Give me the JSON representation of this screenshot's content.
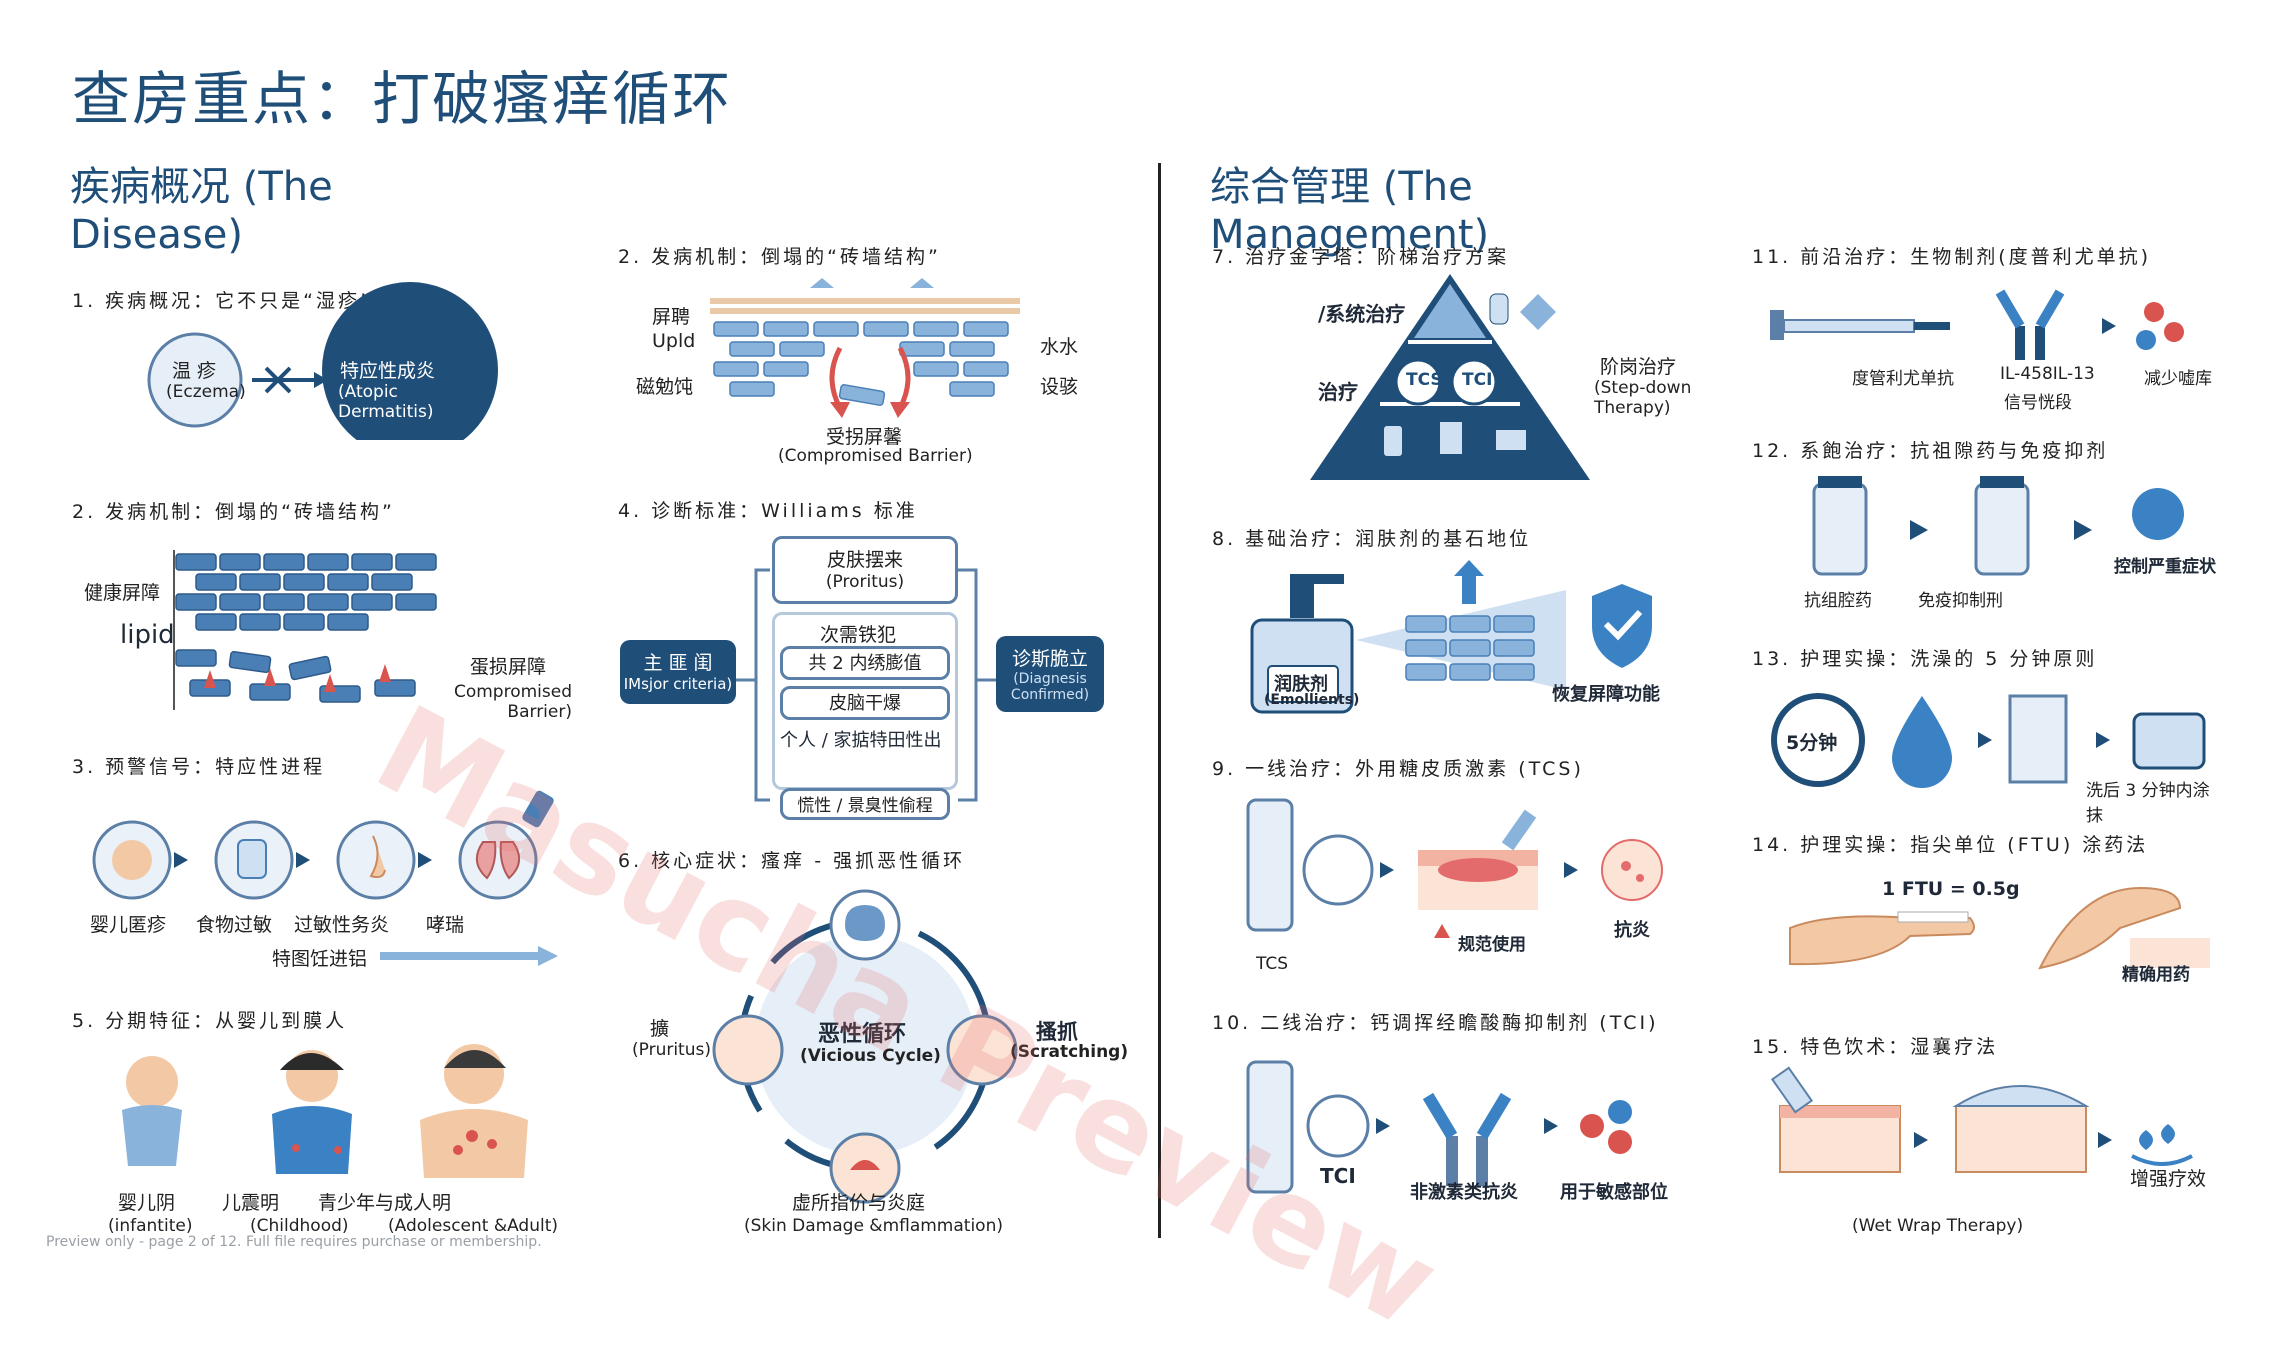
{
  "title": "查房重点：打破瘙痒循环",
  "left_heading": "疾病概况 (The Disease)",
  "right_heading": "综合管理 (The Management)",
  "s1": {
    "heading": "1. 疾病概况：它不只是“湿疹”",
    "eczema": "温 疹",
    "eczema_en": "(Eczema)",
    "ad": "特应性成炎",
    "ad_en": "(Atopic Dermatitis)"
  },
  "s2a": {
    "heading": "2. 发病机制：倒塌的“砖墙结构”",
    "healthy": "健康屏障",
    "lipid": "lipid",
    "damaged": "蛋损屏障",
    "damaged_en": "Compromised Barrier)"
  },
  "s2b": {
    "heading": "2. 发病机制：倒塌的“砖墙结构”",
    "l1": "屏聘",
    "l2": "Upld",
    "l3": "磁勉饨",
    "r1": "水水",
    "r2": "设骇",
    "bottom": "受拐屏馨",
    "bottom_en": "(Compromised  Barrier)"
  },
  "s3": {
    "heading": "3. 预警信号：特应性进程",
    "items": [
      "婴儿匿疹",
      "食物过敏",
      "过敏性务炎",
      "哮瑞"
    ],
    "progress": "特图饪进铝"
  },
  "s4": {
    "heading": "4. 诊断标准：Williams   标准",
    "main": "主 匪 闺",
    "main_en": "IMsjor criteria)",
    "crit1": "皮肤摆来",
    "crit1_en": "(Proritus)",
    "crit2a": "次需铁犯",
    "crit2b": "共 2 内绣膨值",
    "crit3": "皮脑干爆",
    "crit4": "个人 / 家掂特田性出",
    "crit5": "慌性 / 景臭性偷程",
    "diag": "诊斯脆立",
    "diag_en": "(Diagnesis Confirmed)"
  },
  "s5": {
    "heading": "5. 分期特征：从婴儿到膜人",
    "stages": [
      "婴儿阴",
      "儿震明",
      "青少年与成人明"
    ],
    "stages_en": [
      "(infantite)",
      "(Childhood)",
      "(Adolescent &Adult)"
    ]
  },
  "s6": {
    "heading": "6. 核心症状：瘙痒 - 强抓恶性循环",
    "center": "恶性循环",
    "center_en": "(Vicious Cycle)",
    "left": "擴",
    "left_en": "(Pruritus)",
    "right": "搔抓",
    "right_en": "(Scratching)",
    "bottom": "虚所指价与炎庭",
    "bottom_en": "(Skin  Damage &mflammation)"
  },
  "s7": {
    "heading": "7. 治疗金字塔：阶梯治疗方案",
    "p1": "/系统治疗",
    "p2": "治疗",
    "tcs": "TCS",
    "tci": "TCI",
    "side": "阶岗治疗",
    "side_en": "(Step-down Therapy)"
  },
  "s8": {
    "heading": "8. 基础治疗：润肤剂的基石地位",
    "emollient": "润肤剂",
    "emollient_en": "(Emollients)",
    "restore": "恢复屏障功能"
  },
  "s9": {
    "heading": "9. 一线治疗：外用糖皮质激素 (TCS)",
    "tcs": "TCS",
    "warn": "规范使用",
    "anti": "抗炎"
  },
  "s10": {
    "heading": "10. 二线治疗：钙调挥经瞻酸酶抑制剂 (TCI)",
    "tci": "TCI",
    "nonsteroid": "非激素类抗炎",
    "sensitive": "用于敏感部位"
  },
  "s11": {
    "heading": "11. 前沿治疗：生物制剂(度普利尤单抗)",
    "dup": "度管利尤单抗",
    "il": "IL-458IL-13",
    "il2": "信号恍段",
    "reduce": "减少嘘库"
  },
  "s12": {
    "heading": "12. 系飽治疗：抗祖隙药与免疫抑剂",
    "a": "抗组腔药",
    "b": "免疫抑制刑",
    "c": "控制严重症状"
  },
  "s13": {
    "heading": "13. 护理实操：洗澡的 5 分钟原则",
    "clock": "5分钟",
    "after": "洗后 3 分钟内涂抹"
  },
  "s14": {
    "heading": "14. 护理实操：指尖单位 (FTU)     涂药法",
    "ftu": "1 FTU = 0.5g",
    "precise": "精确用药"
  },
  "s15": {
    "heading": "15. 特色饮术：湿襄疗法",
    "effect": "增强疗效",
    "wet": "(Wet Wrap Therapy)"
  },
  "watermark": "Masucha Preview",
  "footer": "Preview only - page 2 of 12. Full file requires purchase or membership.",
  "colors": {
    "navy": "#1f4e79",
    "blue": "#3b82c4",
    "light": "#cfe0f2",
    "red": "#d9534f"
  }
}
